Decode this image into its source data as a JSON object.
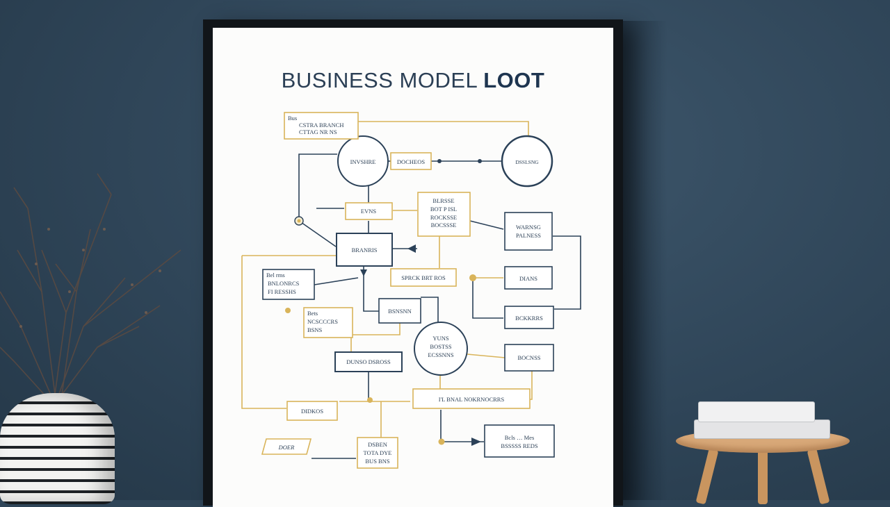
{
  "poster": {
    "title_part1": "BUSINESS ",
    "title_part2": "MODEL ",
    "title_part3": "LOOT"
  },
  "diagram_labels": {
    "note_top_left": [
      "Bus",
      "CSTRA BRANCH",
      "CTTAG NR NS"
    ],
    "circle_top": "INVSHRE",
    "box_top_mid": "DOCHEOS",
    "circle_right": "DSSLSNG",
    "box_small_mid": "EVNS",
    "box_mid_tall": [
      "BLRSSE",
      "BOT P ISL",
      "ROCKSSE",
      "BOCSSSE"
    ],
    "box_right_1": [
      "WARNSG",
      "PALNESS"
    ],
    "box_center": "BRANRIS",
    "note_left": [
      "Bel rms",
      "BNLONRCS",
      "FI RESSHS"
    ],
    "box_strip": "SPRCK BRT ROS",
    "box_right_2": "DIANS",
    "box_small_center": "BSNSNN",
    "note_left_2": [
      "Bets",
      "NCSCCCRS",
      "BSNS"
    ],
    "box_right_3": "BCKKRRS",
    "circle_bottom": [
      "YUNS",
      "BOSTSS",
      "ECSSNNS"
    ],
    "box_bottom_left": "DUNSO DSROSS",
    "box_right_4": "BOCNSS",
    "box_wide": "I'L BNAL NOKRNOCRRS",
    "box_bottom_small": "DIDKOS",
    "box_bottom_right": [
      "Bcls … Mes",
      "BSSSSS REDS"
    ],
    "tag_bottom_left": "DOER",
    "note_bottom": [
      "DSBEN",
      "TOTA DYE",
      "BUS BNS"
    ]
  },
  "colors": {
    "navy": "#2b4158",
    "gold": "#d9b45a",
    "wall": "#2f4558"
  }
}
